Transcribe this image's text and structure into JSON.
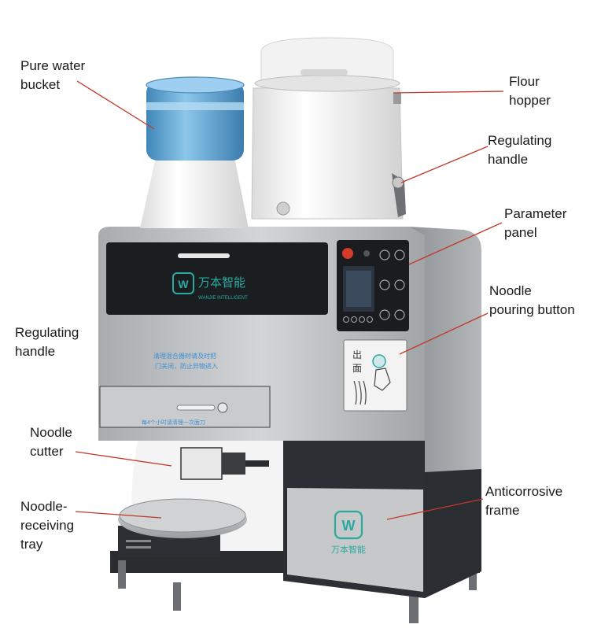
{
  "colors": {
    "leader_line": "#c0392b",
    "body_silver": "#b9bcbf",
    "body_dark": "#3a3d40",
    "frame_black": "#1c1f22",
    "brand_teal": "#2aa9a0",
    "water_blue": "#5fa9d6"
  },
  "labels": {
    "pure_water_bucket": "Pure water\nbucket",
    "flour_hopper": "Flour\nhopper",
    "regulating_handle_right": "Regulating\nhandle",
    "parameter_panel": "Parameter\npanel",
    "noodle_pouring_button": "Noodle\npouring button",
    "regulating_handle_left": "Regulating\nhandle",
    "noodle_cutter": "Noodle\ncutter",
    "noodle_receiving_tray": "Noodle-\nreceiving\ntray",
    "anticorrosive_frame": "Anticorrosive\nframe"
  },
  "machine": {
    "brand_cn": "万本智能",
    "brand_en": "WANJIE INTELLIGENT",
    "notice_line1": "清理混合器时请及时把",
    "notice_line2": "门关闭，防止异物进入",
    "drawer_notice": "每4个小时请清理一次面刀",
    "pour_label_1": "出",
    "pour_label_2": "面",
    "logo_letter": "W"
  }
}
